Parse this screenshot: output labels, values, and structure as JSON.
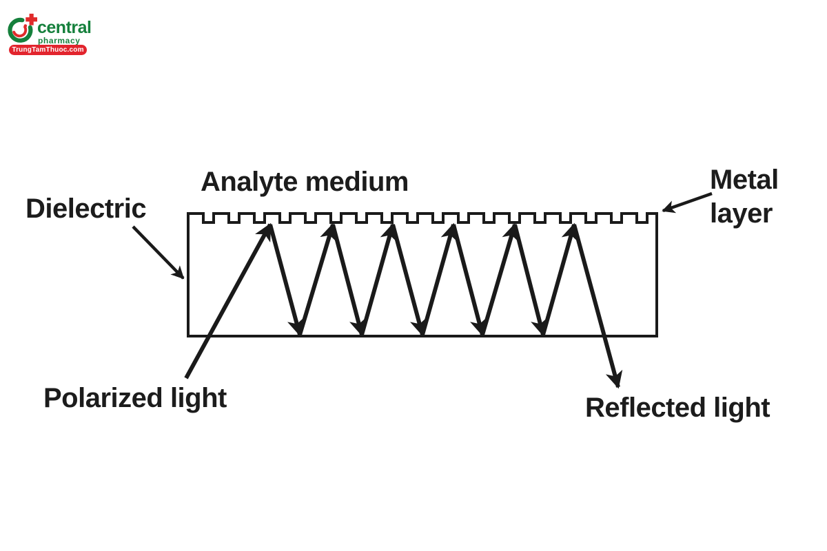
{
  "logo": {
    "brand": "central",
    "sub": "pharmacy",
    "badge": "TrungTamThuoc.com",
    "colors": {
      "green": "#15803C",
      "red": "#E02B2B",
      "badge_red": "#E2242D"
    }
  },
  "diagram": {
    "labels": {
      "analyte": "Analyte medium",
      "dielectric": "Dielectric",
      "metal": "Metal\nlayer",
      "polarized": "Polarized light",
      "reflected": "Reflected light"
    },
    "line_color": "#1A1A1A"
  }
}
